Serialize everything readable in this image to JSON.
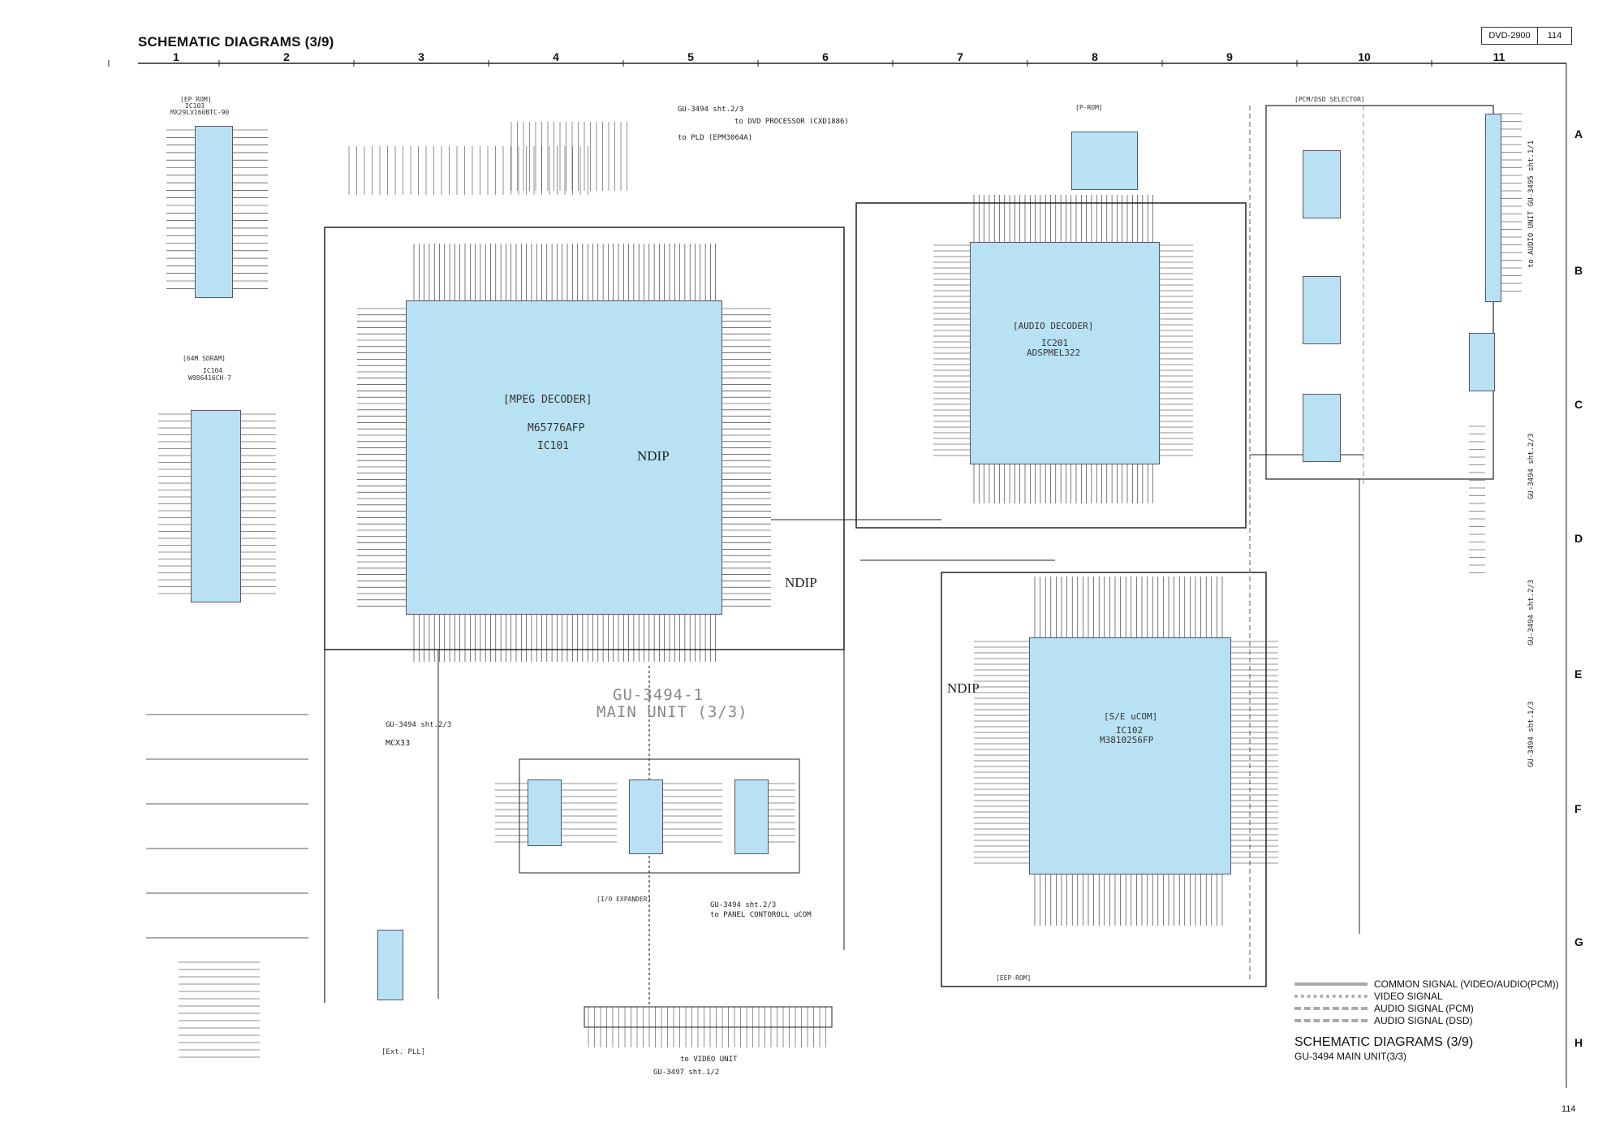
{
  "header": {
    "title": "SCHEMATIC DIAGRAMS (3/9)",
    "model": "DVD-2900",
    "page": "114"
  },
  "columns": [
    "1",
    "2",
    "3",
    "4",
    "5",
    "6",
    "7",
    "8",
    "9",
    "10",
    "11"
  ],
  "rows": [
    "A",
    "B",
    "C",
    "D",
    "E",
    "F",
    "G",
    "H"
  ],
  "blocks": {
    "mpeg": {
      "title": "[MPEG DECODER]",
      "part": "M65776AFP",
      "ref": "IC101"
    },
    "audio": {
      "title": "[AUDIO DECODER]",
      "ref": "IC201",
      "part": "ADSPMEL322"
    },
    "ucom": {
      "title": "[S/E uCOM]",
      "ref": "IC102",
      "part": "M3810256FP"
    },
    "ep_rom": {
      "title": "[EP ROM]",
      "ref": "IC103",
      "part": "MX29LV160BTC-90"
    },
    "sdram": {
      "title": "[64M SDRAM]",
      "ref": "IC104",
      "part": "W986416CH-7"
    },
    "prom": {
      "title": "[P-ROM]"
    },
    "selector": {
      "title": "[PCM/DSD SELECTOR]"
    },
    "io_exp": {
      "title": "[I/O EXPANDER]"
    },
    "eep_rom": {
      "title": "[EEP-ROM]"
    },
    "ext_pll": {
      "title": "[Ext. PLL]"
    }
  },
  "board": {
    "line1": "GU-3494-1",
    "line2": "MAIN UNIT (3/3)"
  },
  "ndip_label": "NDIP",
  "refs": {
    "gu_a": "GU-3494 sht.2/3",
    "to_pld": "to PLD (EPM3064A)",
    "to_dvd": "to DVD PROCESSOR (CXD1886)",
    "gu_b": "GU-3494 sht.2/3",
    "mcx": "MCX33",
    "gu_c": "GU-3494 sht.2/3",
    "to_panel": "to PANEL CONTOROLL uCOM",
    "gu_d": "GU-3497 sht.1/2",
    "to_video": "to VIDEO UNIT",
    "aaudio": "to AUDIO UNIT GU-3495 sht.1/1",
    "r1": "GU-3494 sht.2/3",
    "r2": "GU-3494 sht.2/3",
    "r3": "GU-3494 sht.1/3"
  },
  "legend": [
    {
      "label": "COMMON SIGNAL (VIDEO/AUDIO(PCM))",
      "style": "solid",
      "color": "#aaaaaa"
    },
    {
      "label": "VIDEO SIGNAL",
      "style": "dotted",
      "color": "#aaaaaa"
    },
    {
      "label": "AUDIO SIGNAL (PCM)",
      "style": "dashed",
      "color": "#aaaaaa"
    },
    {
      "label": "AUDIO SIGNAL (DSD)",
      "style": "dashdot",
      "color": "#aaaaaa"
    }
  ],
  "footer": {
    "title": "SCHEMATIC DIAGRAMS (3/9)",
    "subtitle": "GU-3494 MAIN UNIT(3/3)",
    "page": "114"
  },
  "colors": {
    "chip": "#b9e1f4",
    "wire": "#222222"
  }
}
